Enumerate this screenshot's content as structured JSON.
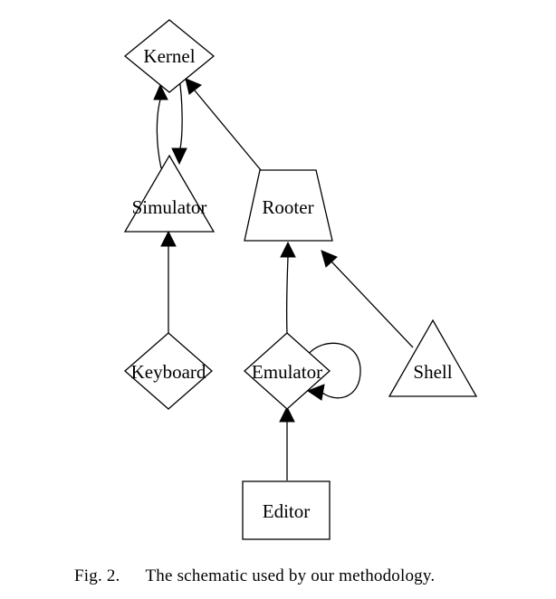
{
  "nodes": {
    "kernel": {
      "label": "Kernel",
      "shape": "diamond"
    },
    "simulator": {
      "label": "Simulator",
      "shape": "triangle"
    },
    "rooter": {
      "label": "Rooter",
      "shape": "trapezium"
    },
    "keyboard": {
      "label": "Keyboard",
      "shape": "diamond"
    },
    "emulator": {
      "label": "Emulator",
      "shape": "diamond"
    },
    "shell": {
      "label": "Shell",
      "shape": "triangle"
    },
    "editor": {
      "label": "Editor",
      "shape": "box"
    }
  },
  "edges": [
    {
      "from": "simulator",
      "to": "kernel"
    },
    {
      "from": "kernel",
      "to": "simulator"
    },
    {
      "from": "rooter",
      "to": "kernel"
    },
    {
      "from": "keyboard",
      "to": "simulator"
    },
    {
      "from": "emulator",
      "to": "rooter"
    },
    {
      "from": "shell",
      "to": "rooter"
    },
    {
      "from": "emulator",
      "to": "emulator"
    },
    {
      "from": "editor",
      "to": "emulator"
    }
  ],
  "caption": {
    "label": "Fig. 2.",
    "text": "The schematic used by our methodology."
  }
}
